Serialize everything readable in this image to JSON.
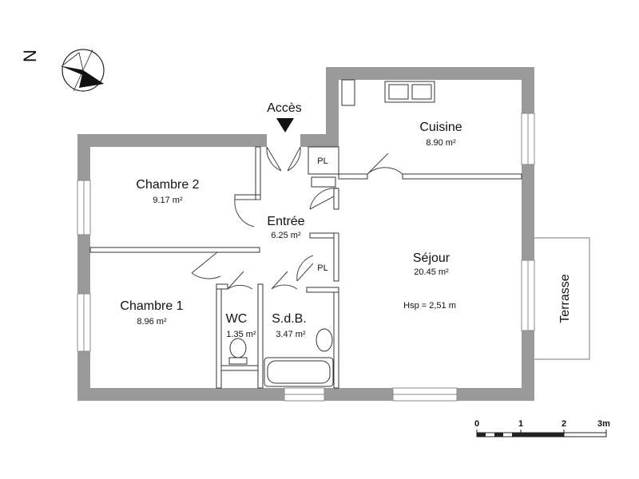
{
  "compass": {
    "letter": "N"
  },
  "entrance": {
    "label": "Accès"
  },
  "rooms": {
    "chambre2": {
      "name": "Chambre 2",
      "area": "9.17 m²"
    },
    "chambre1": {
      "name": "Chambre 1",
      "area": "8.96 m²"
    },
    "entree": {
      "name": "Entrée",
      "area": "6.25 m²"
    },
    "wc": {
      "name": "WC",
      "area": "1.35 m²"
    },
    "sdb": {
      "name": "S.d.B.",
      "area": "3.47 m²"
    },
    "cuisine": {
      "name": "Cuisine",
      "area": "8.90 m²"
    },
    "sejour": {
      "name": "Séjour",
      "area": "20.45 m²",
      "note": "Hsp = 2,51 m"
    },
    "pl_top": {
      "name": "PL"
    },
    "pl_mid": {
      "name": "PL"
    },
    "terrasse": {
      "name": "Terrasse"
    }
  },
  "scale": {
    "ticks": [
      "0",
      "1",
      "2",
      "3m"
    ]
  }
}
